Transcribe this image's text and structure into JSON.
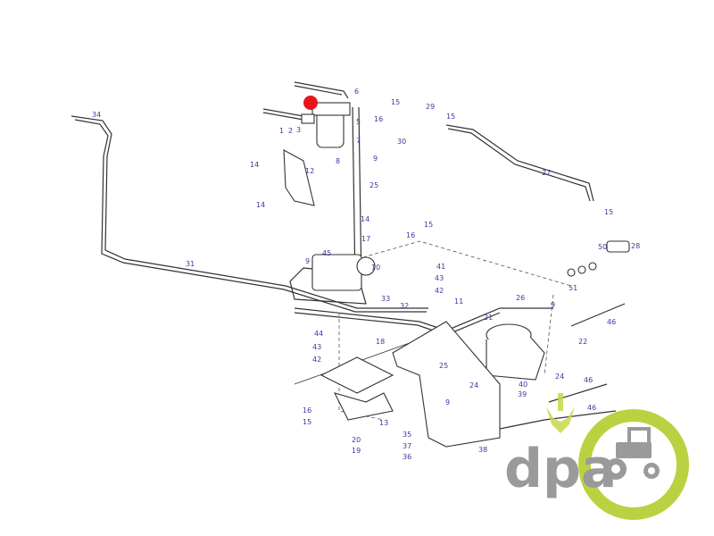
{
  "labels": [
    "6",
    "15",
    "16",
    "29",
    "15",
    "34",
    "1",
    "2",
    "3",
    "5",
    "30",
    "7",
    "8",
    "9",
    "12",
    "25",
    "27",
    "14",
    "14",
    "15",
    "14",
    "15",
    "16",
    "17",
    "9",
    "45",
    "10",
    "31",
    "50",
    "28",
    "41",
    "43",
    "42",
    "51",
    "26",
    "9",
    "46",
    "33",
    "32",
    "11",
    "21",
    "22",
    "44",
    "43",
    "42",
    "18",
    "25",
    "40",
    "24",
    "46",
    "39",
    "24",
    "9",
    "46",
    "16",
    "15",
    "13",
    "20",
    "19",
    "35",
    "37",
    "36",
    "38"
  ],
  "logo": {
    "text": "dpa"
  },
  "colors": {
    "marker": "#e8141c",
    "label": "#3a3aa0",
    "logo_green": "#b5cc2e",
    "logo_gray": "#9a9a9a"
  }
}
